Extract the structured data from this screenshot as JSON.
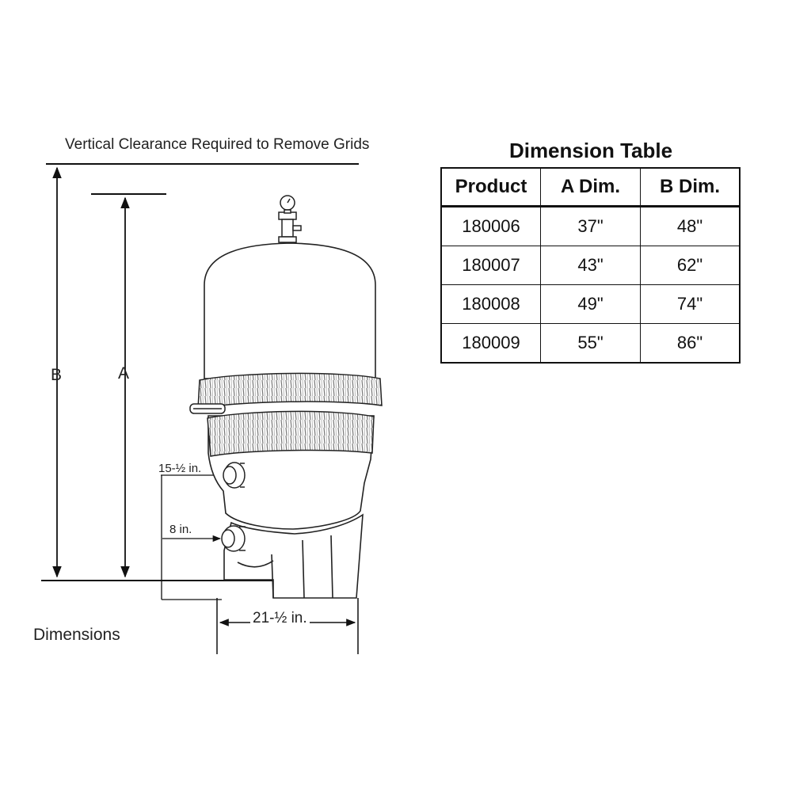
{
  "diagram": {
    "clearance_label": "Vertical Clearance Required to Remove Grids",
    "dim_b_label": "B",
    "dim_a_label": "A",
    "height_15_label": "15-½ in.",
    "height_8_label": "8 in.",
    "width_label": "21-½ in.",
    "caption": "Dimensions",
    "icons": [
      "pressure-gauge-icon",
      "air-relief-valve-icon",
      "inlet-port-icon",
      "outlet-port-icon",
      "clamp-band-icon"
    ]
  },
  "table": {
    "title": "Dimension Table",
    "headers": [
      "Product",
      "A Dim.",
      "B Dim."
    ],
    "rows": [
      [
        "180006",
        "37\"",
        "48\""
      ],
      [
        "180007",
        "43\"",
        "62\""
      ],
      [
        "180008",
        "49\"",
        "74\""
      ],
      [
        "180009",
        "55\"",
        "86\""
      ]
    ]
  }
}
